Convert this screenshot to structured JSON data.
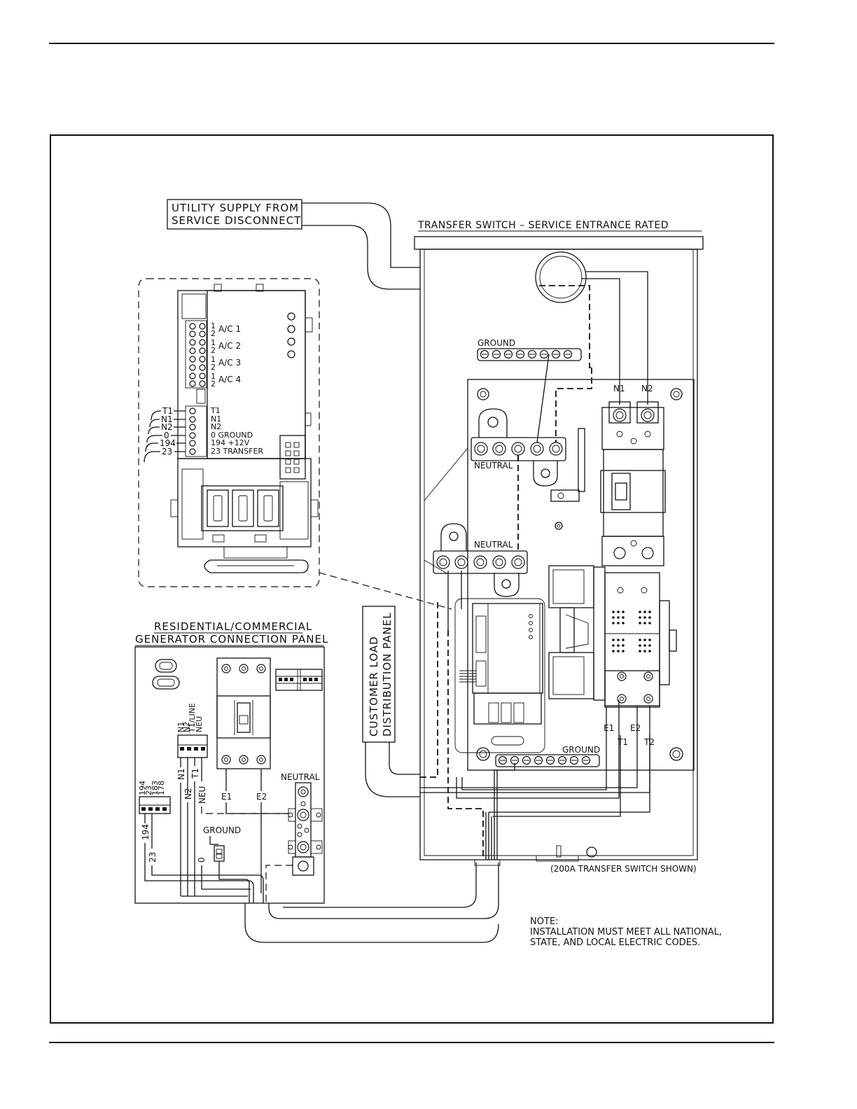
{
  "labels": {
    "utility_line1": "UTILITY SUPPLY FROM",
    "utility_line2": "SERVICE DISCONNECT",
    "transfer_switch_title": "TRANSFER SWITCH – SERVICE ENTRANCE RATED",
    "ground": "GROUND",
    "neutral": "NEUTRAL",
    "n1": "N1",
    "n2": "N2",
    "e1": "E1",
    "e2": "E2",
    "t1": "T1",
    "t2": "T2",
    "customer_load_line1": "CUSTOMER LOAD",
    "customer_load_line2": "DISTRIBUTION PANEL",
    "generator_panel_line1": "RESIDENTIAL/COMMERCIAL",
    "generator_panel_line2": "GENERATOR CONNECTION PANEL",
    "switch_shown": "(200A TRANSFER SWITCH SHOWN)",
    "note_title": "NOTE:",
    "note_line1": "INSTALLATION MUST MEET ALL NATIONAL,",
    "note_line2": "STATE, AND LOCAL ELECTRIC CODES."
  },
  "controller_detail": {
    "ac_labels": [
      "A/C 1",
      "A/C 2",
      "A/C 3",
      "A/C 4"
    ],
    "terminal_lines": [
      "T1",
      "N1",
      "N2",
      "0 GROUND",
      "194 +12V",
      "23 TRANSFER"
    ],
    "wire_labels": [
      "T1",
      "N1",
      "N2",
      "0",
      "194",
      "23"
    ]
  },
  "generator_panel": {
    "block_top_labels": [
      "N1",
      "N2",
      "T1/LINE",
      "NEU"
    ],
    "block_left_labels": [
      "194",
      "23",
      "183",
      "178"
    ],
    "wire_labels_right": [
      "N1",
      "N2",
      "T1",
      "NEU"
    ],
    "wire_labels_left": [
      "194",
      "23",
      "0"
    ],
    "breaker_labels": [
      "E1",
      "E2"
    ],
    "neutral": "NEUTRAL",
    "ground": "GROUND"
  }
}
